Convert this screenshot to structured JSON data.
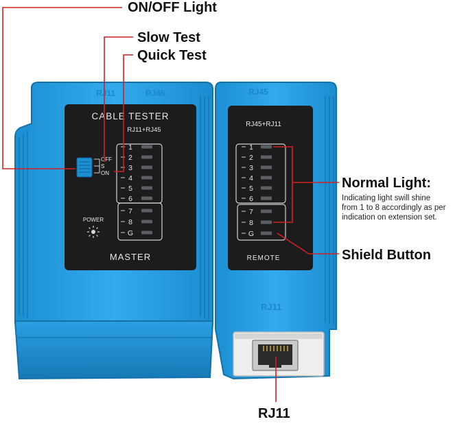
{
  "callouts": {
    "onoff_light": "ON/OFF Light",
    "slow_test": "Slow Test",
    "quick_test": "Quick Test",
    "normal_light": "Normal Light:",
    "normal_light_desc": [
      "Indicating light swill shine",
      "from 1 to 8 accordingly as per",
      "indication on extension set."
    ],
    "shield_button": "Shield Button",
    "rj11": "RJ11"
  },
  "master": {
    "title": "CABLE TESTER",
    "subtitle": "RJ11+RJ45",
    "switch_labels": [
      "OFF",
      "S",
      "ON"
    ],
    "leds": [
      "1",
      "2",
      "3",
      "4",
      "5",
      "6",
      "7",
      "8",
      "G"
    ],
    "power_label": "POWER",
    "footer": "MASTER",
    "emboss_left": "RJ11",
    "emboss_right": "RJ45"
  },
  "remote": {
    "subtitle": "RJ45+RJ11",
    "leds": [
      "1",
      "2",
      "3",
      "4",
      "5",
      "6",
      "7",
      "8",
      "G"
    ],
    "footer": "REMOTE",
    "emboss_top": "RJ45",
    "emboss_bottom": "RJ11"
  },
  "colors": {
    "device_blue": "#2ba2e6",
    "device_dark_blue": "#1478b4",
    "panel": "#1c1c1c",
    "callout_line": "#d42020",
    "led": "#5b5f63"
  }
}
